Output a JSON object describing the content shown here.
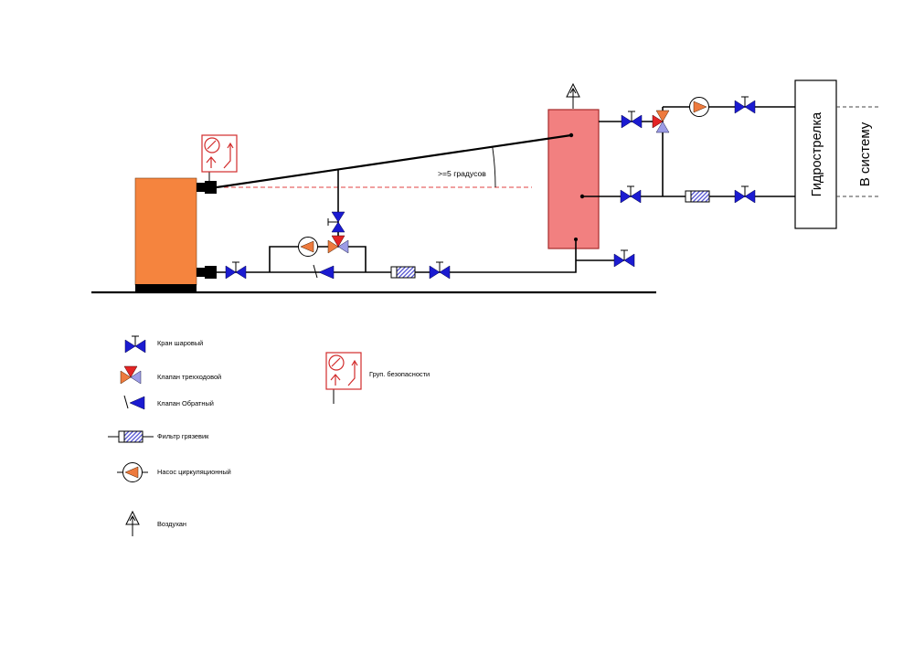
{
  "diagram": {
    "angle_label": ">=5 градусов",
    "hydro_separator_label": "Гидрострелка",
    "to_system_label": "В систему"
  },
  "legend": {
    "ball_valve": {
      "icon": "ball-valve-icon",
      "label": "Кран шаровый"
    },
    "three_way_valve": {
      "icon": "three-way-valve-icon",
      "label": "Клапан трехходовой"
    },
    "check_valve": {
      "icon": "check-valve-icon",
      "label": "Клапан Обратный"
    },
    "filter": {
      "icon": "strainer-filter-icon",
      "label": "Фильтр грязевик"
    },
    "pump": {
      "icon": "circulation-pump-icon",
      "label": "Насос циркуляционный"
    },
    "air_vent": {
      "icon": "air-vent-icon",
      "label": "Воздухан"
    },
    "safety_group": {
      "icon": "safety-group-icon",
      "label": "Груп. безопасности"
    }
  },
  "colors": {
    "boiler": "#F5843E",
    "tank": "#F28080",
    "tank_border": "#A52A2A",
    "valve_blue": "#1B1BD1",
    "three_way_red": "#E32424",
    "three_way_orange": "#EE7A3D",
    "three_way_lavender": "#9C9CE6",
    "pump_triangle": "#EE7A3D",
    "safety_group_red": "#D22B2B",
    "level_line": "#E04040",
    "filter_hatch": "#4A4ACF",
    "pipe": "#000000"
  }
}
